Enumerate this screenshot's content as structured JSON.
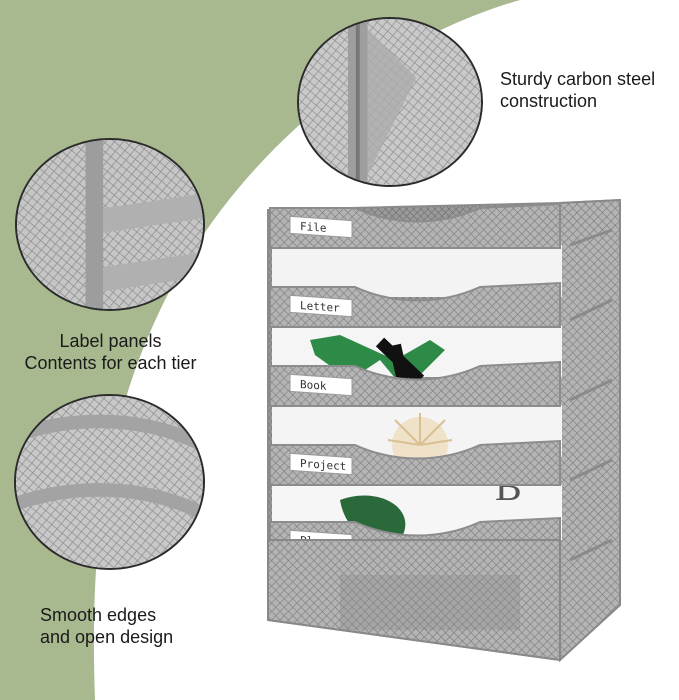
{
  "colors": {
    "background": "#ffffff",
    "sage_green": "#a8b88f",
    "steel_mesh": "#9c9c9c",
    "caption_text": "#1a1a1a"
  },
  "captions": {
    "steel": {
      "line1": "Sturdy carbon steel",
      "line2": "construction"
    },
    "label": {
      "line1": "Label panels",
      "line2": "Contents for each tier"
    },
    "edges": {
      "line1": "Smooth edges",
      "line2": "and open design"
    }
  },
  "tiers": [
    {
      "label": "File"
    },
    {
      "label": "Letter"
    },
    {
      "label": "Book"
    },
    {
      "label": "Project"
    },
    {
      "label": "Plan"
    }
  ]
}
